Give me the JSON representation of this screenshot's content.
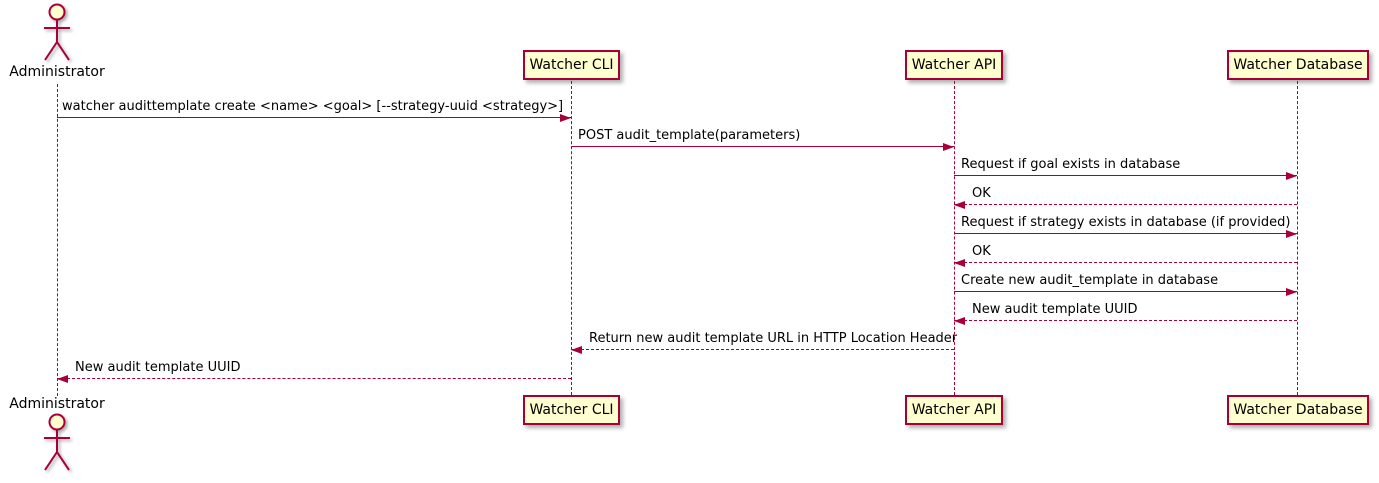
{
  "diagram_type": "uml-sequence-diagram",
  "participants": [
    {
      "name": "Administrator",
      "kind": "actor"
    },
    {
      "name": "Watcher CLI",
      "kind": "participant"
    },
    {
      "name": "Watcher API",
      "kind": "participant"
    },
    {
      "name": "Watcher Database",
      "kind": "participant"
    }
  ],
  "messages": [
    {
      "from": "Administrator",
      "to": "Watcher CLI",
      "style": "solid",
      "text": "watcher audittemplate create <name> <goal> [--strategy-uuid <strategy>]"
    },
    {
      "from": "Watcher CLI",
      "to": "Watcher API",
      "style": "solid",
      "text": "POST audit_template(parameters)"
    },
    {
      "from": "Watcher API",
      "to": "Watcher Database",
      "style": "solid",
      "text": "Request if goal exists in database"
    },
    {
      "from": "Watcher Database",
      "to": "Watcher API",
      "style": "dashed",
      "text": "OK"
    },
    {
      "from": "Watcher API",
      "to": "Watcher Database",
      "style": "solid",
      "text": "Request if strategy exists in database (if provided)"
    },
    {
      "from": "Watcher Database",
      "to": "Watcher API",
      "style": "dashed",
      "text": "OK"
    },
    {
      "from": "Watcher API",
      "to": "Watcher Database",
      "style": "solid",
      "text": "Create new audit_template in database"
    },
    {
      "from": "Watcher Database",
      "to": "Watcher API",
      "style": "dashed",
      "text": "New audit template UUID"
    },
    {
      "from": "Watcher API",
      "to": "Watcher CLI",
      "style": "dashed",
      "text": "Return new audit template URL in HTTP Location Header"
    },
    {
      "from": "Watcher CLI",
      "to": "Administrator",
      "style": "dashed",
      "text": "New audit template UUID"
    }
  ],
  "colors": {
    "line": "#A80036",
    "participant_fill": "#FEFECE",
    "text": "#000000",
    "background": "#FFFFFF"
  }
}
